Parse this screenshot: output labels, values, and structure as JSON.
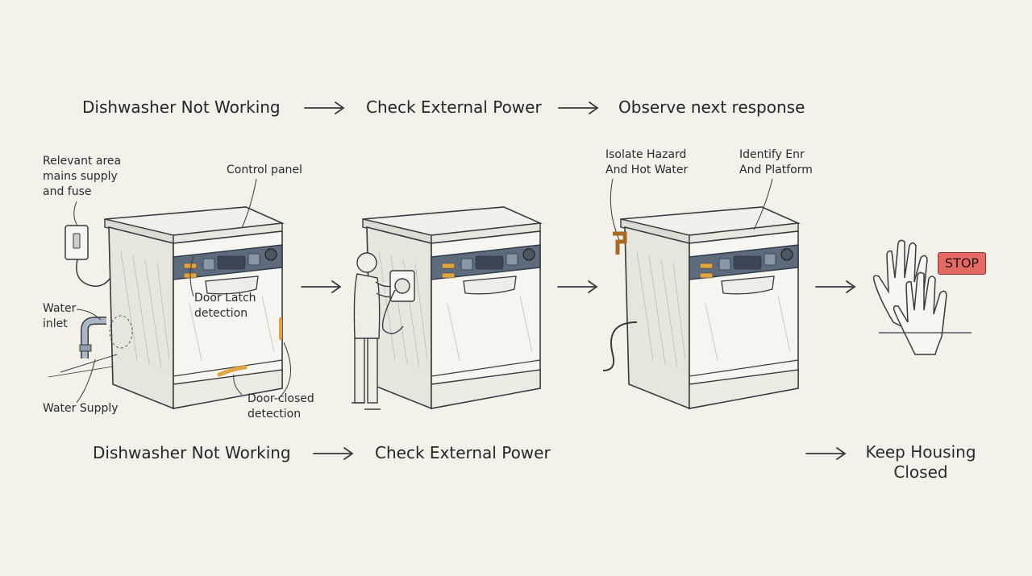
{
  "top_flow": [
    "Dishwasher Not Working",
    "Check External Power",
    "Observe next response"
  ],
  "bottom_flow": [
    "Dishwasher Not Working",
    "Check External Power"
  ],
  "bottom_end": "Keep Housing\nClosed",
  "annotations": {
    "mains": "Relevant area\nmains supply\nand fuse",
    "control_panel": "Control panel",
    "door_latch": "Door Latch\ndetection",
    "water_inlet": "Water\ninlet",
    "water_supply": "Water Supply",
    "door_closed": "Door-closed\ndetection",
    "isolate": "Isolate Hazard\nAnd Hot Water",
    "identify": "Identify Enr\nAnd Platform"
  },
  "stop_sign": "STOP",
  "colors": {
    "stop_red": "#e46a66",
    "panel": "#5d6b7c",
    "accent_orange": "#e0a445"
  }
}
